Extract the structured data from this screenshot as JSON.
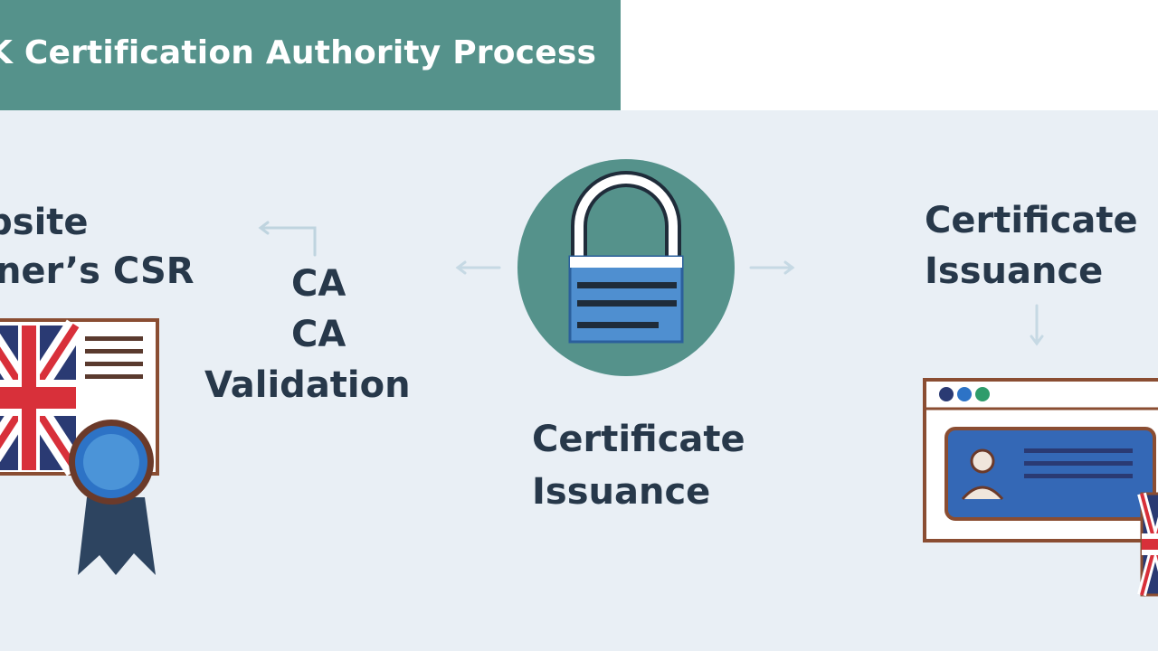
{
  "header": {
    "title": "K Certification Authority Process"
  },
  "steps": {
    "left_line1": "ebsite",
    "left_line2": "wner’s CSR",
    "ca_line1": "CA",
    "ca_line2": "CA",
    "ca_line3": "Validation",
    "center_line1": "Certificate",
    "center_line2": "Issuance",
    "right_line1": "Certificate",
    "right_line2": "Issuance"
  },
  "colors": {
    "header_teal": "#55928b",
    "background": "#e9eff5",
    "text_dark": "#27384a",
    "lock_circle": "#55928b",
    "lock_body": "#4f8fd0",
    "browser_card": "#3468b6",
    "uk_red": "#d8303a",
    "uk_blue": "#2a3a73"
  },
  "icons": {
    "left": "certificate-with-uk-flag-and-ribbon-icon",
    "center": "padlock-icon",
    "right": "browser-window-with-id-card-icon"
  }
}
